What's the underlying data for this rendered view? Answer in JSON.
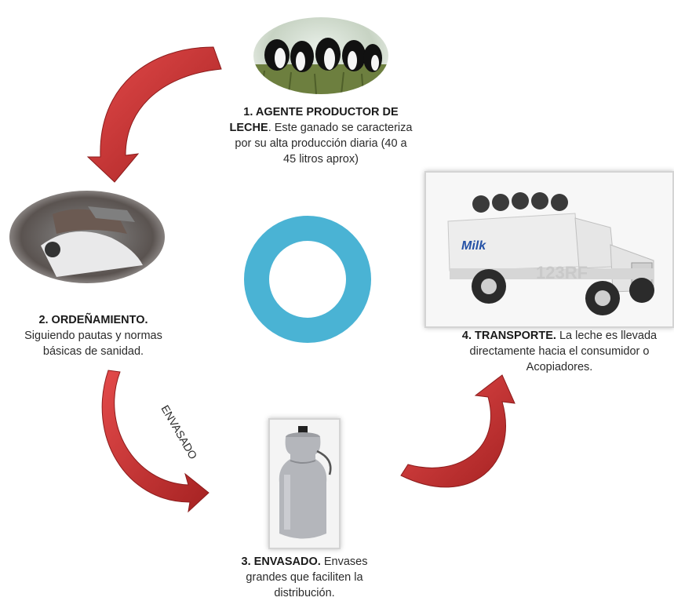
{
  "steps": [
    {
      "title": "1. AGENTE PRODUCTOR DE LECHE",
      "text": ". Este ganado se caracteriza por su alta producción diaria (40 a 45 litros aprox)"
    },
    {
      "title": "2. ORDEÑAMIENTO.",
      "text": "Siguiendo pautas y normas básicas de sanidad."
    },
    {
      "title": "3. ENVASADO.",
      "text": "Envases grandes que faciliten la distribución."
    },
    {
      "title": "4. TRANSPORTE.",
      "text": "La leche es llevada directamente hacia el consumidor o Acopiadores."
    }
  ],
  "arrow_label": "ENVASADO",
  "truck_brand": "Milk",
  "watermark": "123RF",
  "colors": {
    "arrow": "#d43a3a",
    "arrow_dark": "#8c1c1c",
    "ring": "#4ab3d4"
  }
}
